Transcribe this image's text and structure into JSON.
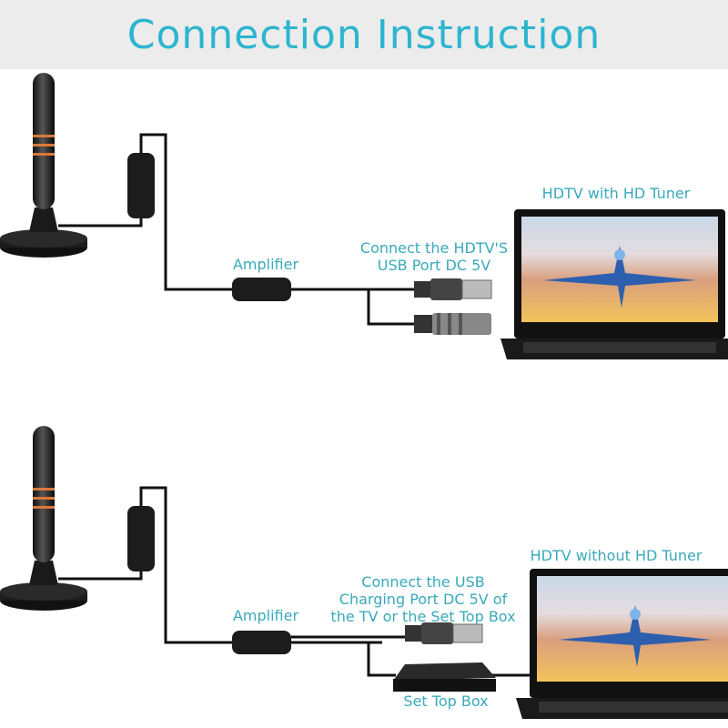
{
  "header": {
    "title": "Connection Instruction"
  },
  "diagram1": {
    "tv_label": "HDTV with HD Tuner",
    "connect_lines": [
      "Connect the HDTV'S",
      "USB Port DC 5V"
    ],
    "amplifier_label": "Amplifier"
  },
  "diagram2": {
    "tv_label": "HDTV without HD Tuner",
    "connect_lines": [
      "Connect the USB",
      "Charging Port DC 5V of",
      "the TV or the Set Top Box"
    ],
    "amplifier_label": "Amplifier",
    "set_top_box_label": "Set Top Box"
  },
  "colors": {
    "accent": "#2cb5cf",
    "label": "#3aa9bb",
    "ring": "#d9793a"
  }
}
